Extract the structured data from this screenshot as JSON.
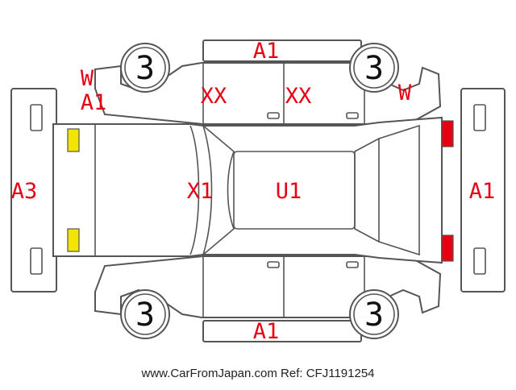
{
  "diagram": {
    "tire_grades": [
      "3",
      "3",
      "3",
      "3"
    ],
    "damage_labels": {
      "roof_top": "A1",
      "left_front_pillar_w": "W",
      "left_front_pillar_a1": "A1",
      "left_front_door": "XX",
      "left_rear_door": "XX",
      "right_rear_pillar_w": "W",
      "front_bumper": "A3",
      "hood": "X1",
      "roof": "U1",
      "rear_bumper": "A1",
      "bottom_rocker": "A1"
    },
    "colors": {
      "damage_text": "#e60012",
      "headlight": "#f2e600",
      "taillight": "#e60012",
      "outline": "#555555"
    }
  },
  "footer": {
    "text": "www.CarFromJapan.com Ref: CFJ1191254"
  }
}
